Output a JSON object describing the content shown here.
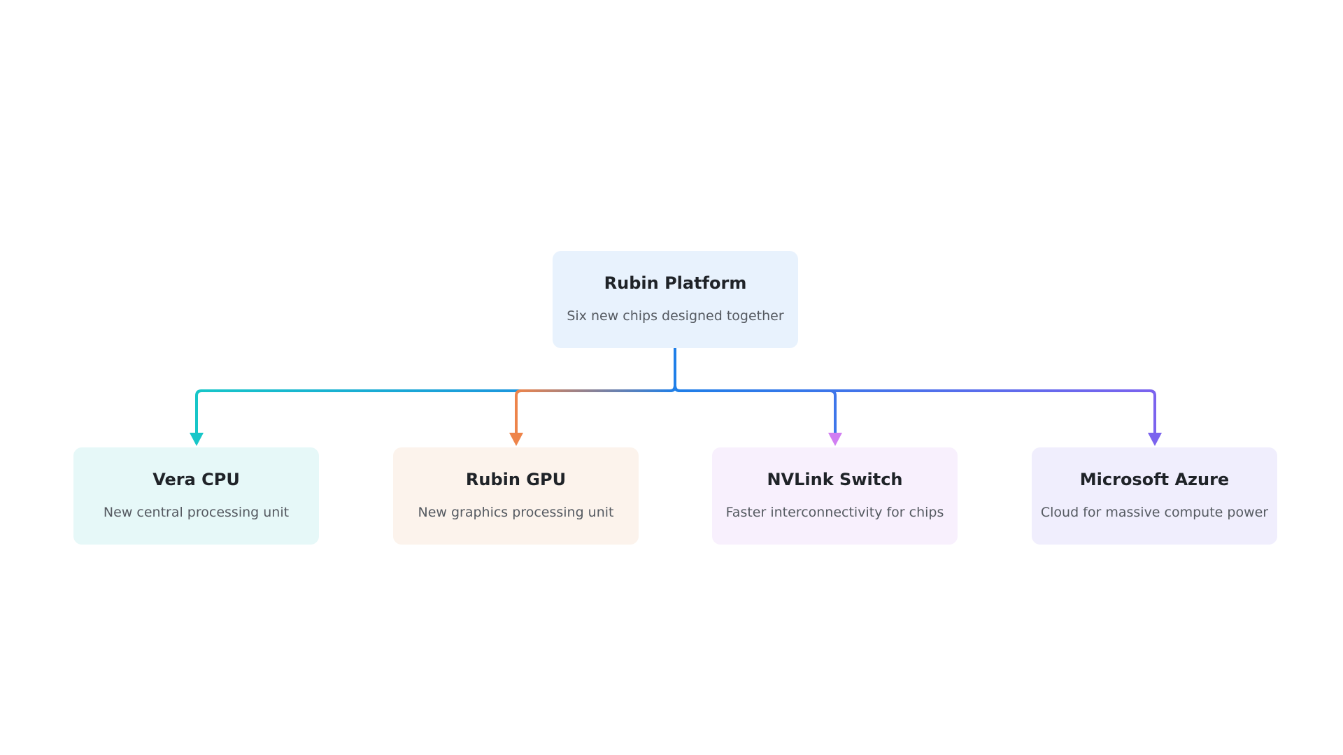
{
  "root": {
    "title": "Rubin Platform",
    "description": "Six new chips designed together",
    "fill": "#e8f2fd",
    "stroke": "#1f7fe8"
  },
  "children": [
    {
      "title": "Vera CPU",
      "description": "New central processing unit",
      "fill": "#e6f8f8",
      "stroke": "#17c6c8"
    },
    {
      "title": "Rubin GPU",
      "description": "New graphics processing unit",
      "fill": "#fcf3ec",
      "stroke": "#ee844a"
    },
    {
      "title": "NVLink Switch",
      "description": "Faster interconnectivity for chips",
      "fill": "#f8f0fd",
      "stroke": "#d17ef2"
    },
    {
      "title": "Microsoft Azure",
      "description": "Cloud for massive compute power",
      "fill": "#f0eefd",
      "stroke": "#7b63ee"
    }
  ]
}
